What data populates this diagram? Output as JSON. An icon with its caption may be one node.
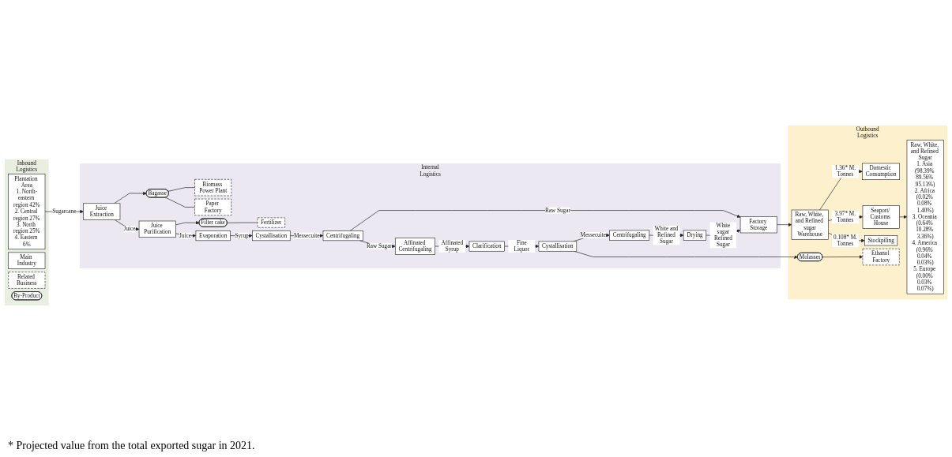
{
  "diagram": {
    "nodes": [
      {
        "text": [
          "Inbound Logistics"
        ]
      },
      {
        "text": [
          "Plantation Area",
          "1. North-eastern region 42%",
          "2. Central region 27%",
          "3. North region 25%",
          "4. Eastern 6%"
        ],
        "in": 0
      },
      {
        "text": [
          "Main Industry"
        ],
        "in": 0
      },
      {
        "text": [
          "Related Business"
        ],
        "in": 0
      },
      {
        "text": [
          "By-Product"
        ],
        "in": 0
      },
      {
        "text": [
          "Internal Logistics"
        ]
      },
      {
        "text": [
          "Biomass Power Plant"
        ],
        "in": 5
      },
      {
        "text": [
          "Paper Factory"
        ],
        "in": 5
      },
      {
        "text": [
          "Fertilizer"
        ],
        "in": 5
      },
      {
        "text": [
          "Bagasse"
        ],
        "in": 5
      },
      {
        "text": [
          "Filter cake"
        ],
        "in": 5
      },
      {
        "text": [
          "Juice Extraction"
        ],
        "in": 5
      },
      {
        "text": [
          "Juice Purification"
        ],
        "in": 5
      },
      {
        "text": [
          "Cystallisation"
        ],
        "in": 5
      },
      {
        "text": [
          "Evaporation"
        ],
        "in": 5
      },
      {
        "text": [
          "Centrifugaling"
        ],
        "in": 5
      },
      {
        "text": [
          "Factory Storage"
        ],
        "in": 5
      },
      {
        "text": [
          "Affinated Centrifugaling"
        ],
        "in": 5
      },
      {
        "text": [
          "Clarification"
        ],
        "in": 5
      },
      {
        "text": [
          "Centrifugaling"
        ],
        "in": 5
      },
      {
        "text": [
          "Cystallisation"
        ],
        "in": 5
      },
      {
        "text": [
          "Drying"
        ],
        "in": 5
      },
      {
        "text": [
          "Outbound Logistics"
        ]
      },
      {
        "text": [
          "Raw, White, and Refined sugar",
          "Warehouse"
        ],
        "in": 22
      },
      {
        "text": [
          "Ethanol Factory"
        ],
        "in": 22
      },
      {
        "text": [
          "Molasses"
        ],
        "in": 22
      },
      {
        "text": [
          "Domestic Consumption"
        ],
        "in": 22
      },
      {
        "text": [
          "Seaport/ Customs House"
        ],
        "in": 22
      },
      {
        "text": [
          "Stockpiling"
        ],
        "in": 22
      },
      {
        "text": [
          "Raw, White, and Refined Sugar",
          "1. Asia (98.39% 89.56% 95.13%)",
          "2. Africa (0.02% 0.08% 1.40%)",
          "3. Oceania (0.64% 10.28% 3.36%)",
          "4. America (0.96% 0.04% 0.03%)",
          "5. Europe (0.00% 0.03% 0.07%)"
        ],
        "in": 22
      }
    ],
    "edges": [
      {
        "from": 1,
        "to": 11,
        "arrow": "to",
        "label": "Sugarcane"
      },
      {
        "from": 11,
        "to": 9,
        "arrow": "to"
      },
      {
        "from": 12,
        "to": 10,
        "arrow": "to"
      },
      {
        "from": 9,
        "to": 6,
        "arrow": "none"
      },
      {
        "from": 9,
        "to": 7,
        "arrow": "none"
      },
      {
        "from": 10,
        "to": 8,
        "arrow": "none"
      },
      {
        "from": 11,
        "to": 12,
        "arrow": "to",
        "label": "Juice"
      },
      {
        "from": 12,
        "to": 14,
        "arrow": "to",
        "label": "Juice"
      },
      {
        "from": 14,
        "to": 13,
        "arrow": "to",
        "label": "Syrup"
      },
      {
        "from": 13,
        "to": 15,
        "arrow": "to",
        "label": "Messecuite"
      },
      {
        "from": 15,
        "to": 16,
        "arrow": "to",
        "label": "Raw Sugar"
      },
      {
        "from": 15,
        "to": 17,
        "arrow": "to",
        "label": "Raw Sugar"
      },
      {
        "from": 17,
        "to": 18,
        "arrow": "to",
        "label": "Affinated Syrup"
      },
      {
        "from": 18,
        "to": 20,
        "arrow": "to",
        "label": "Fine Liquor"
      },
      {
        "from": 20,
        "to": 19,
        "arrow": "to",
        "label": "Messecuite"
      },
      {
        "from": 19,
        "to": 21,
        "arrow": "to",
        "label": "White and Refined Sugar"
      },
      {
        "from": 21,
        "to": 16,
        "arrow": "to",
        "label": "White sugar Refined Sugar"
      },
      {
        "from": 20,
        "to": 25,
        "arrow": "to"
      },
      {
        "from": 25,
        "to": 24,
        "arrow": "to"
      },
      {
        "from": 16,
        "to": 23,
        "arrow": "to"
      },
      {
        "from": 23,
        "to": 26,
        "arrow": "to",
        "label": "1.36* M. Tonnes"
      },
      {
        "from": 23,
        "to": 27,
        "arrow": "to",
        "label": "3.97* M. Tonnes"
      },
      {
        "from": 23,
        "to": 28,
        "arrow": "to",
        "label": "0.108* M. Tonnes"
      },
      {
        "from": 27,
        "to": 29,
        "arrow": "to"
      }
    ],
    "labels": [
      "* Projected value from the total exported sugar in 2021."
    ]
  }
}
